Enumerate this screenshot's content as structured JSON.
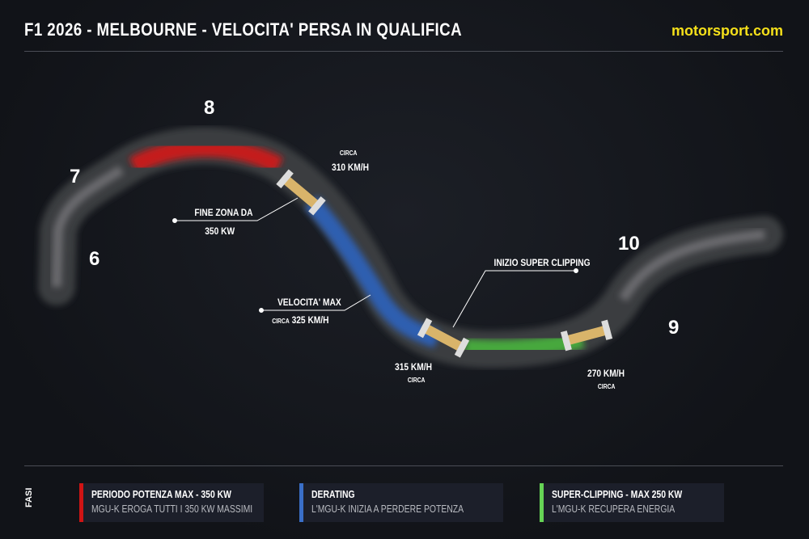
{
  "header": {
    "title": "F1 2026 - MELBOURNE - VELOCITA' PERSA IN QUALIFICA",
    "brand": "motorsport.com"
  },
  "corners": [
    "6",
    "7",
    "8",
    "9",
    "10"
  ],
  "annotations": {
    "a310": {
      "top": "CIRCA",
      "value": "310 KM/H"
    },
    "fine": {
      "line1": "FINE ZONA DA",
      "line2": "350 KW"
    },
    "vmax": {
      "line1": "VELOCITA' MAX",
      "prefix": "CIRCA",
      "value": "325 KM/H"
    },
    "a315": {
      "value": "315 KM/H",
      "bottom": "CIRCA"
    },
    "clip": {
      "line1": "INIZIO SUPER CLIPPING"
    },
    "a270": {
      "value": "270 KM/H",
      "bottom": "CIRCA"
    }
  },
  "colors": {
    "max_power": "#c41a1a",
    "derating": "#2f5fb0",
    "super_clipping": "#46a83c",
    "accent": "#f5e01a"
  },
  "legend": {
    "label": "FASI",
    "items": [
      {
        "title": "PERIODO POTENZA MAX - 350 KW",
        "subtitle": "MGU-K EROGA TUTTI I 350 KW MASSIMI",
        "color": "#d01414"
      },
      {
        "title": "DERATING",
        "subtitle": "L'MGU-K INIZIA A PERDERE POTENZA",
        "color": "#3a6fc8"
      },
      {
        "title": "SUPER-CLIPPING - MAX 250 KW",
        "subtitle": "L'MGU-K RECUPERA ENERGIA",
        "color": "#66d455"
      }
    ]
  }
}
